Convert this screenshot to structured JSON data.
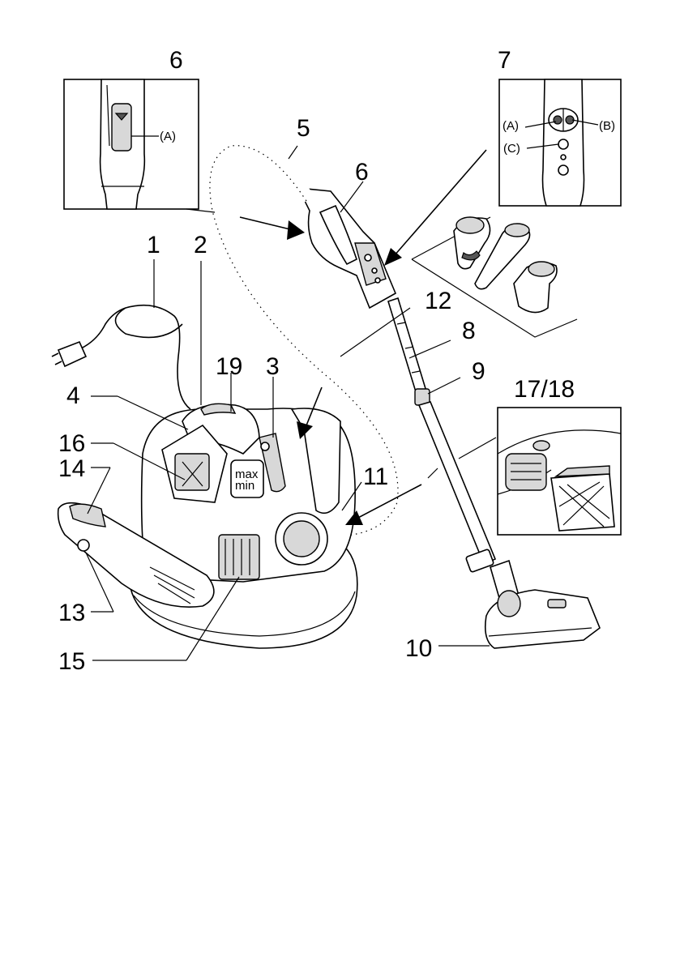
{
  "labels": {
    "l1": "1",
    "l2": "2",
    "l3": "3",
    "l4": "4",
    "l5": "5",
    "l6": "6",
    "l6_inset": "6",
    "l7": "7",
    "l8": "8",
    "l9": "9",
    "l10": "10",
    "l11": "11",
    "l12": "12",
    "l13": "13",
    "l14": "14",
    "l15": "15",
    "l16": "16",
    "l19": "19",
    "l17_18": "17/18"
  },
  "inset6": {
    "a": "(A)"
  },
  "inset7": {
    "a": "(A)",
    "b": "(B)",
    "c": "(C)"
  },
  "level": {
    "max": "max",
    "min": "min"
  }
}
